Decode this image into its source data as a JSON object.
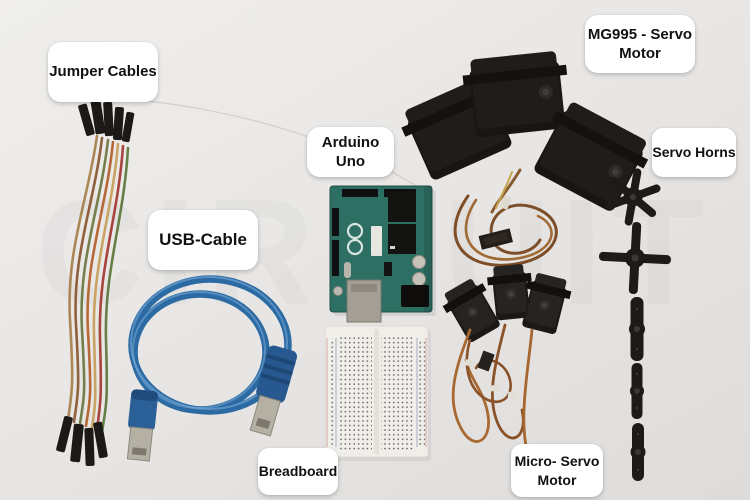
{
  "watermark": "CIRCUIT",
  "colors": {
    "background": "#e9e7e5",
    "label_bg": "#ffffff",
    "label_text": "#111111",
    "arduino_pcb": "#2e6f63",
    "usb_cable_blue": "#2c6aa3",
    "servo_body_black": "#1f1d1b",
    "wire_brown": "#8a5a30",
    "breadboard_base": "#f0eee9"
  },
  "labels": {
    "jumper_cables": {
      "text": "Jumper Cables"
    },
    "usb_cable": {
      "text": "USB-Cable"
    },
    "arduino_uno": {
      "line1": "Arduino",
      "line2": "Uno"
    },
    "mg995_servo": {
      "line1": "MG995 - Servo",
      "line2": "Motor"
    },
    "servo_horns": {
      "text": "Servo Horns"
    },
    "micro_servo": {
      "line1": "Micro- Servo",
      "line2": "Motor"
    },
    "breadboard": {
      "text": "Breadboard"
    }
  }
}
